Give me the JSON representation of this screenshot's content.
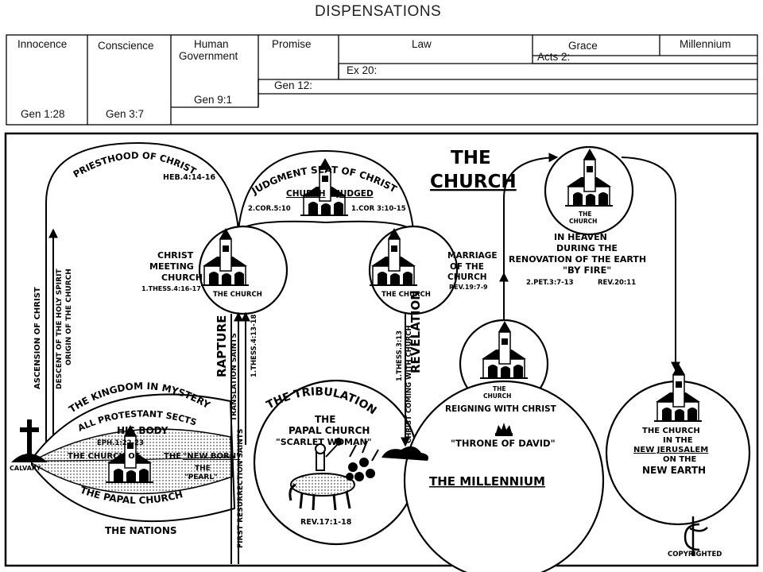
{
  "header": {
    "title": "DISPENSATIONS"
  },
  "dispensations": [
    {
      "name": "Innocence",
      "ref": "Gen 1:28"
    },
    {
      "name": "Conscience",
      "ref": "Gen 3:7"
    },
    {
      "name": "Human",
      "name2": "Government",
      "ref": "Gen 9:1"
    },
    {
      "name": "Promise",
      "ref": "Gen 12:"
    },
    {
      "name": "Law",
      "ref": "Ex 20:"
    },
    {
      "name": "Grace",
      "ref": "Acts 2:"
    },
    {
      "name": "Millennium"
    }
  ],
  "diagram": {
    "main_title": [
      "THE",
      "CHURCH"
    ],
    "priesthood": {
      "title": "PRIESTHOOD OF CHRIST",
      "ref": "HEB.4:14-16"
    },
    "judgment": {
      "title": "JUDGMENT SEAT OF CHRIST",
      "sub1": "CHURCH",
      "sub2": "JUDGED",
      "ref1": "2.COR.5:10",
      "ref2": "1.COR 3:10-15"
    },
    "church_label": "THE CHURCH",
    "church_label_short": [
      "THE",
      "CHURCH"
    ],
    "meeting": {
      "l1": "CHRIST",
      "l2": "MEETING",
      "l3": "CHURCH",
      "ref": "1.THESS.4:16-17"
    },
    "marriage": {
      "l1": "MARRIAGE",
      "l2": "OF THE",
      "l3": "CHURCH",
      "ref": "REV.19:7-9"
    },
    "heaven": {
      "l1": "IN HEAVEN",
      "l2": "DURING THE",
      "l3": "RENOVATION OF THE EARTH",
      "l4": "\"BY FIRE\"",
      "ref1": "2.PET.3:7-13",
      "ref2": "REV.20:11"
    },
    "ascension": "ASCENSION OF CHRIST",
    "descent": "DESCENT OF THE HOLY SPIRIT",
    "origin": "ORIGIN OF THE CHURCH",
    "rapture": "RAPTURE",
    "translation": "TRANSLATION SAINTS",
    "thess_rapture": "1.THESS.4:13-18",
    "first_res": "FIRST RESURRECTION SAINTS",
    "revelation": "REVELATION",
    "coming": "CHRIST COMING WITH CHURCH",
    "thess_rev": "1.THESS.3:13",
    "kingdom": "THE KINGDOM IN MYSTERY",
    "protestant": "ALL PROTESTANT SECTS",
    "his_body": "HIS BODY",
    "eph": "EPH.1:22-23",
    "church_of": "THE CHURCH OF",
    "the_word": "THE",
    "new_born": "\"NEW BORN\"",
    "pearl_the": "THE",
    "pearl": "\"PEARL\"",
    "papal_church": "THE PAPAL CHURCH",
    "nations": "THE NATIONS",
    "calvary": "CALVARY",
    "tribulation": "THE TRIBULATION",
    "papal_title": [
      "THE",
      "PAPAL CHURCH",
      "\"SCARLET WOMAN\""
    ],
    "rev17": "REV.17:1-18",
    "reigning": "REIGNING WITH CHRIST",
    "throne": "\"THRONE OF DAVID\"",
    "millennium": "THE MILLENNIUM",
    "jerusalem": [
      "THE CHURCH",
      "IN THE",
      "NEW JERUSALEM",
      "ON THE",
      "NEW EARTH"
    ],
    "copyright": "COPYRIGHTED"
  }
}
